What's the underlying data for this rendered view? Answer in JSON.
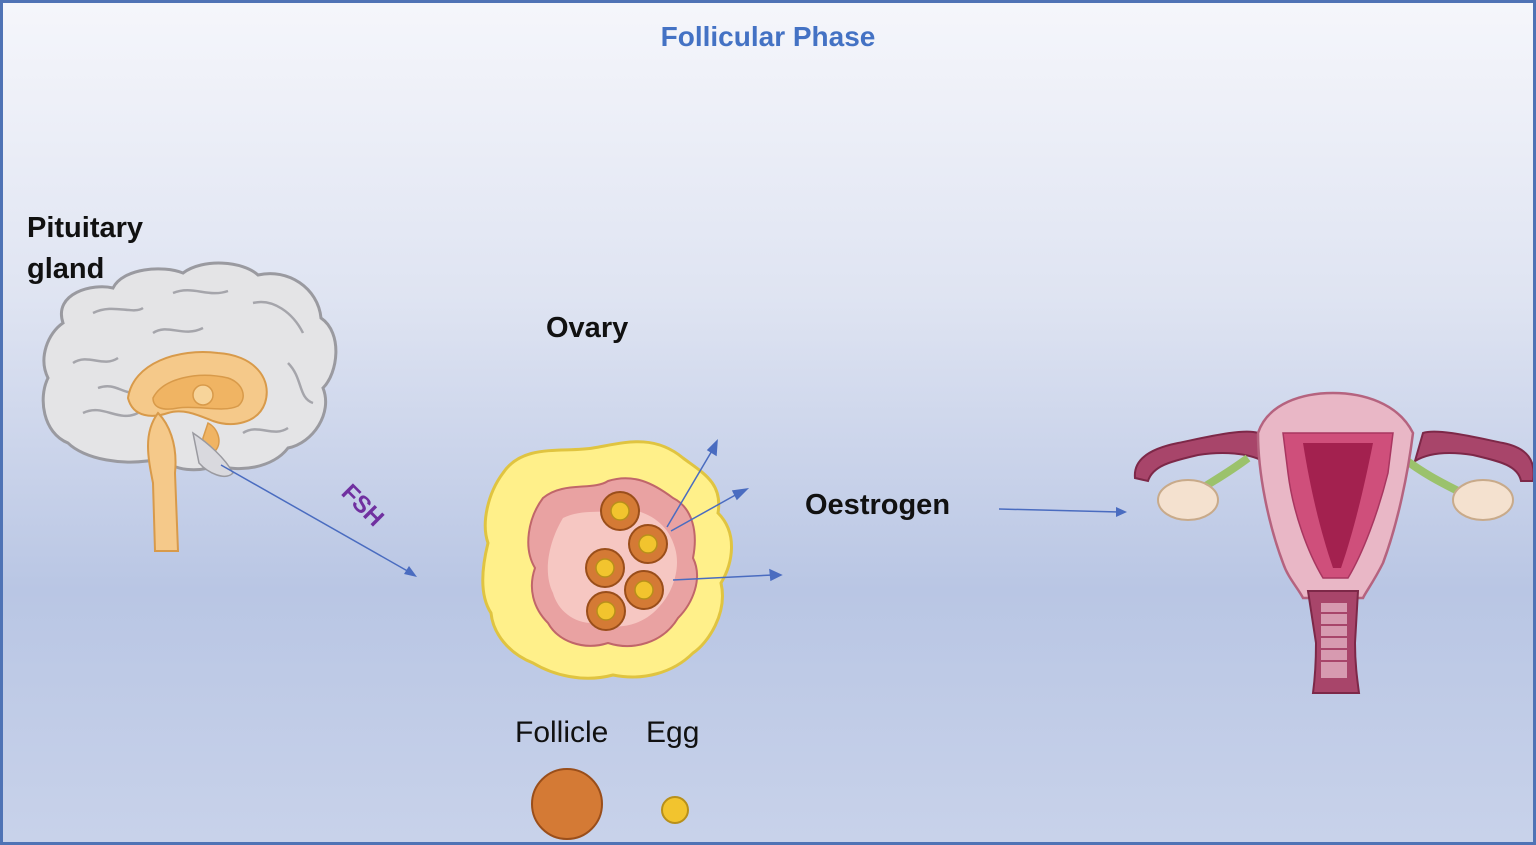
{
  "title": "Follicular Phase",
  "labels": {
    "pituitary_line1": "Pituitary",
    "pituitary_line2": "gland",
    "ovary": "Ovary",
    "fsh": "FSH",
    "oestrogen": "Oestrogen"
  },
  "legend": {
    "follicle": "Follicle",
    "egg": "Egg"
  },
  "colors": {
    "title": "#4472c4",
    "fsh": "#7030a0",
    "arrow": "#4a6cc0",
    "follicle": "#d47a35",
    "egg": "#f2c42e"
  }
}
